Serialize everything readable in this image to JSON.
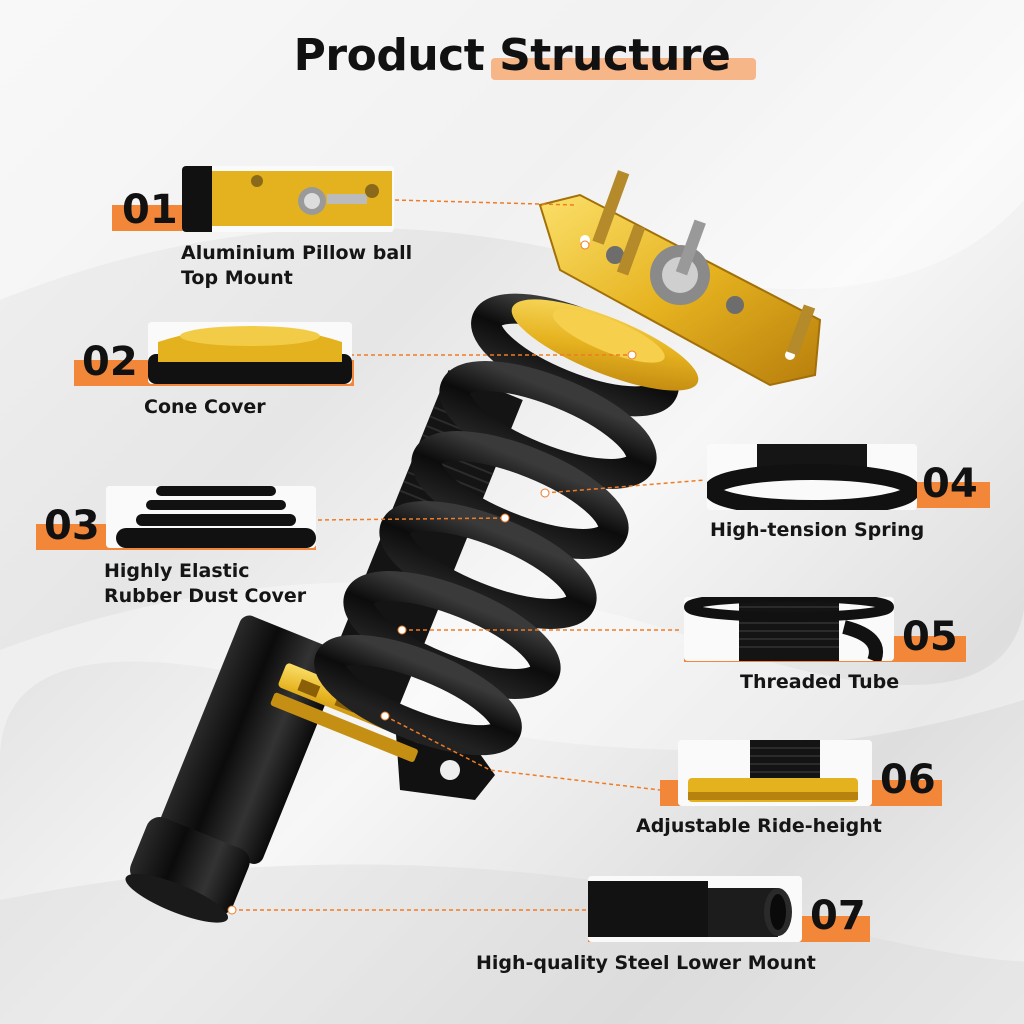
{
  "title": {
    "part1": "Product",
    "part2": "Structure"
  },
  "features": [
    {
      "number": "01",
      "line1": "Aluminium Pillow ball",
      "line2": "Top Mount"
    },
    {
      "number": "02",
      "line1": "Cone Cover",
      "line2": ""
    },
    {
      "number": "03",
      "line1": "Highly Elastic",
      "line2": "Rubber Dust Cover"
    },
    {
      "number": "04",
      "line1": "High-tension Spring",
      "line2": ""
    },
    {
      "number": "05",
      "line1": "Threaded Tube",
      "line2": ""
    },
    {
      "number": "06",
      "line1": "Adjustable Ride-height",
      "line2": ""
    },
    {
      "number": "07",
      "line1": "High-quality Steel Lower Mount",
      "line2": ""
    }
  ],
  "colors": {
    "accent": "#f07b25",
    "gold": "#e9b923",
    "black": "#111111"
  }
}
